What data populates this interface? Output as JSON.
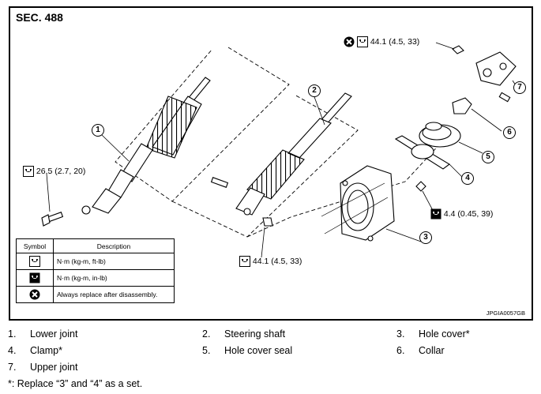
{
  "section_label": "SEC. 488",
  "figure_code": "JPGIA0057GB",
  "torque_labels": {
    "upper_bolt": "44.1 (4.5, 33)",
    "lower_joint_bolt": "26.5 (2.7, 20)",
    "shaft_bolt": "44.1 (4.5, 33)",
    "hole_cover_nut": "4.4 (0.45, 39)"
  },
  "callouts": [
    "1",
    "2",
    "3",
    "4",
    "5",
    "6",
    "7"
  ],
  "symbol_table": {
    "header_symbol": "Symbol",
    "header_description": "Description",
    "rows": [
      {
        "icon": "torque-wrench-icon",
        "description": "N·m (kg-m, ft-lb)"
      },
      {
        "icon": "torque-wrench-inlb-icon",
        "description": "N·m (kg-m, in-lb)"
      },
      {
        "icon": "replace-x-icon",
        "description": "Always replace after disassembly."
      }
    ]
  },
  "legend": {
    "items": [
      {
        "num": "1.",
        "label": "Lower joint"
      },
      {
        "num": "2.",
        "label": "Steering shaft"
      },
      {
        "num": "3.",
        "label": "Hole cover*"
      },
      {
        "num": "4.",
        "label": "Clamp*"
      },
      {
        "num": "5.",
        "label": "Hole cover seal"
      },
      {
        "num": "6.",
        "label": "Collar"
      },
      {
        "num": "7.",
        "label": "Upper joint"
      }
    ],
    "note": "*: Replace “3” and “4” as a set."
  }
}
